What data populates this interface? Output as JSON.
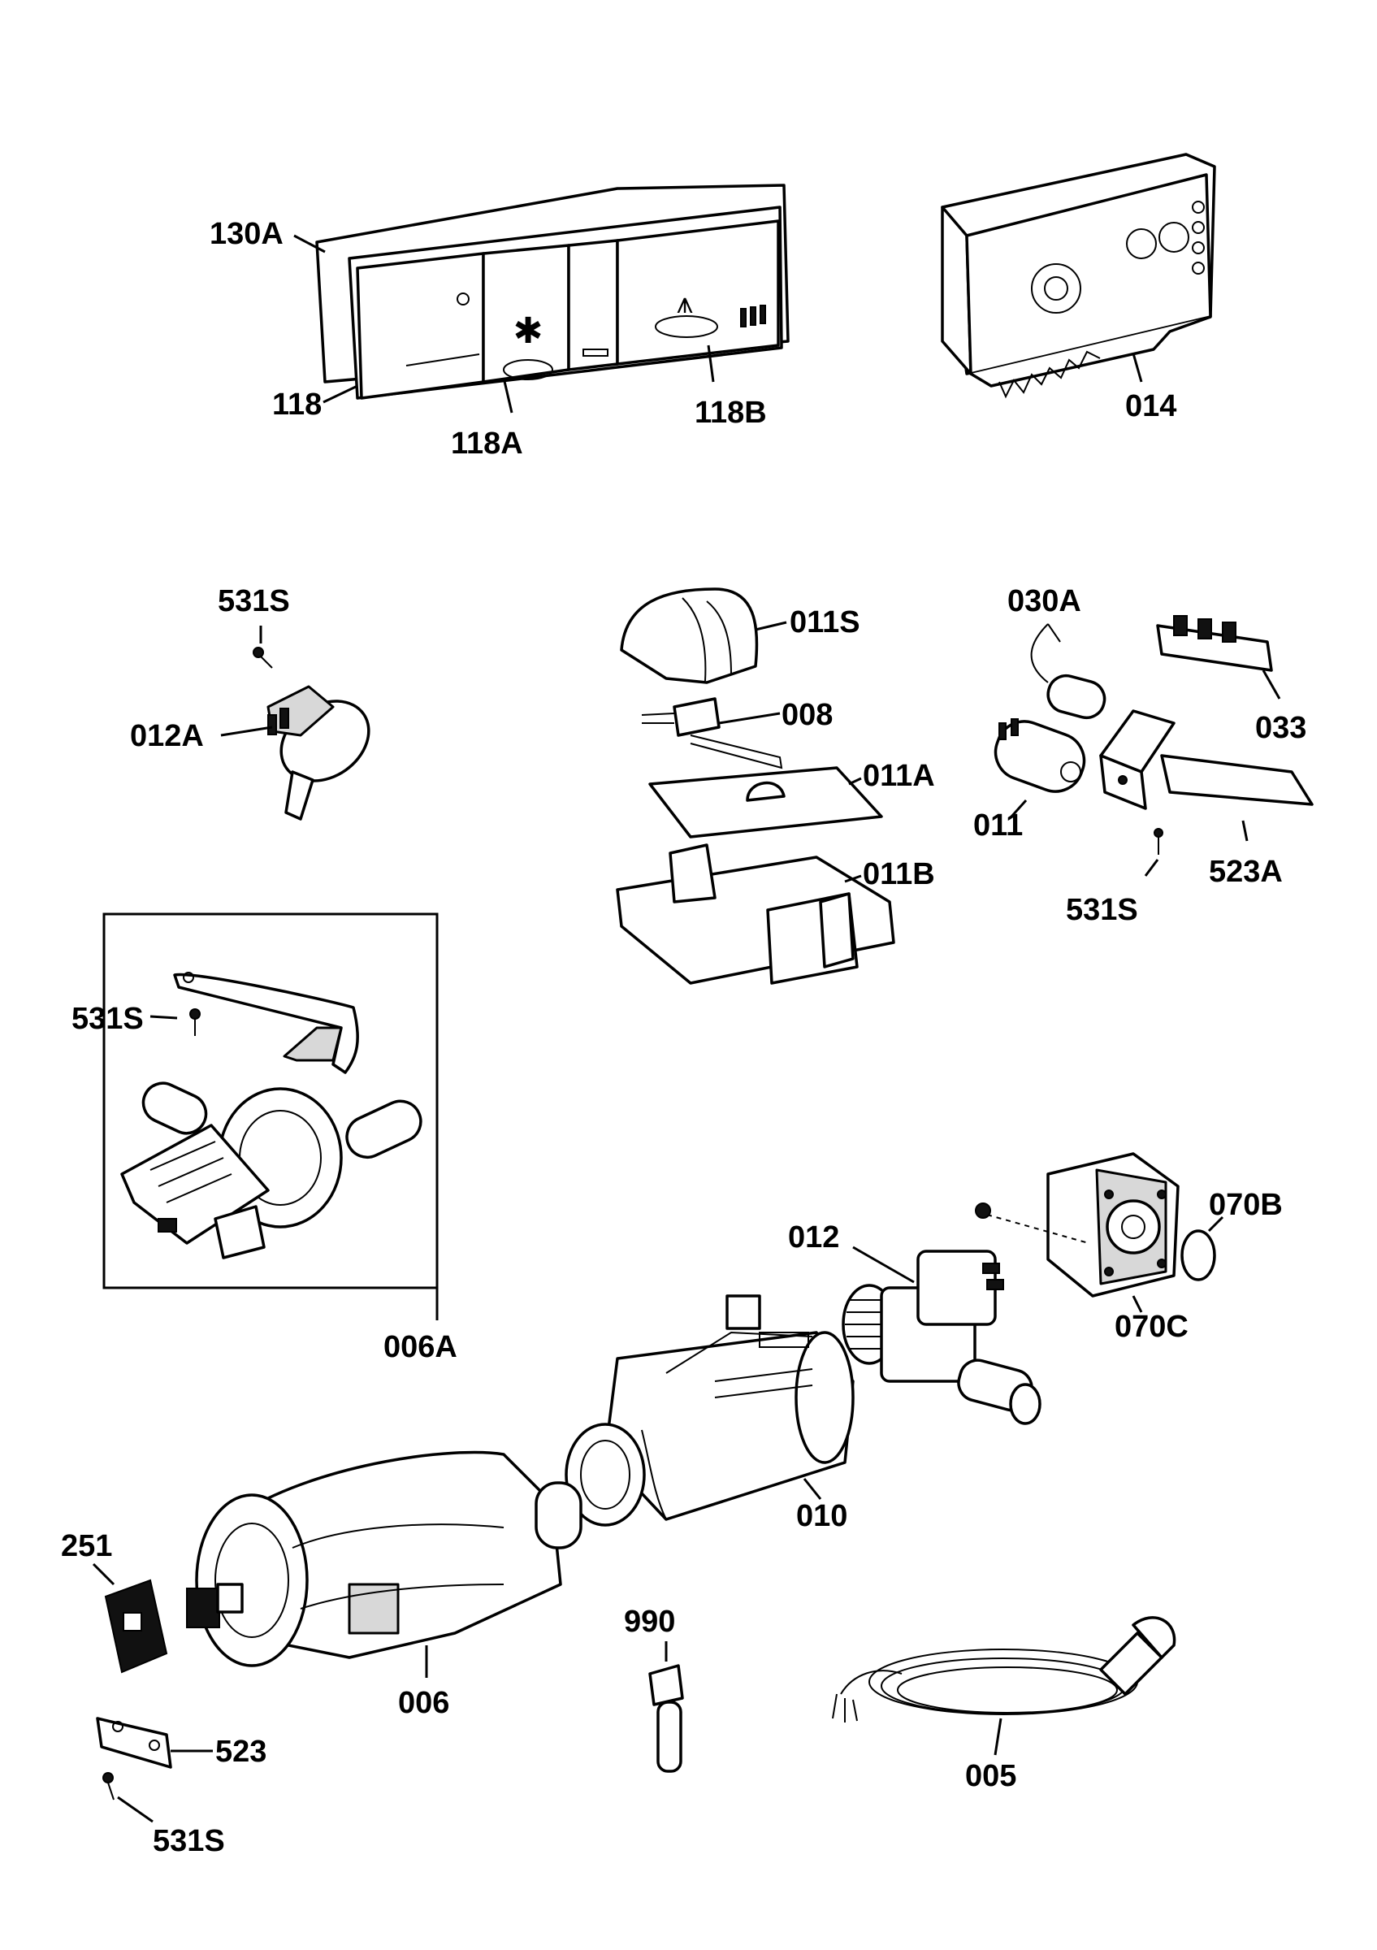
{
  "labels": {
    "l130A": "130A",
    "l118": "118",
    "l118A": "118A",
    "l118B": "118B",
    "l014": "014",
    "l531S_a": "531S",
    "l012A": "012A",
    "l011S": "011S",
    "l008": "008",
    "l011A": "011A",
    "l011B": "011B",
    "l030A": "030A",
    "l033": "033",
    "l011": "011",
    "l523A": "523A",
    "l531S_b": "531S",
    "l531S_c": "531S",
    "l006A": "006A",
    "l012": "012",
    "l070B": "070B",
    "l070C": "070C",
    "l010": "010",
    "l251": "251",
    "l006": "006",
    "l990": "990",
    "l523": "523",
    "l005": "005",
    "l531S_d": "531S"
  },
  "symbols": {
    "snowflake": "✱",
    "spray": "⩚"
  }
}
